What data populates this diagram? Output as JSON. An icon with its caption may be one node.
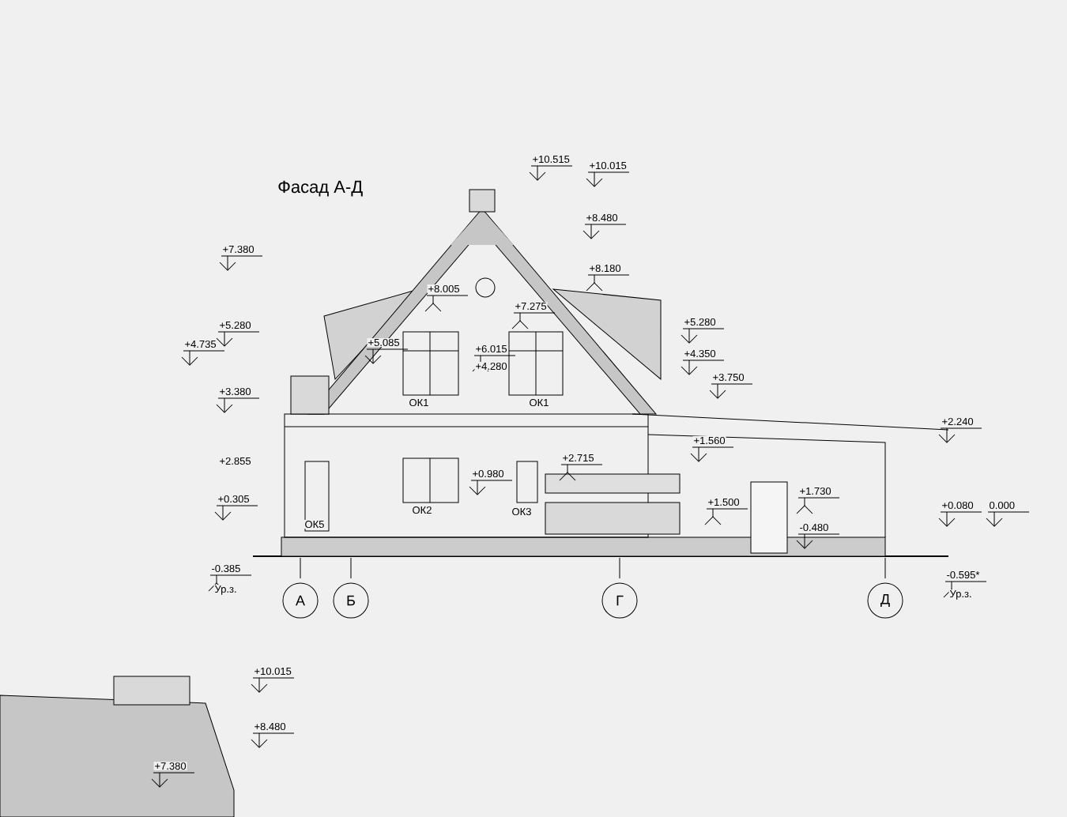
{
  "diagram": {
    "title": "Фасад А-Д",
    "nodes": [
      {
        "text": [
          "А"
        ]
      },
      {
        "text": [
          "Б"
        ]
      },
      {
        "text": [
          "Г"
        ]
      },
      {
        "text": [
          "Д"
        ]
      }
    ],
    "labels": [
      "+10.515",
      "+10.015",
      "+8.480",
      "+7.380",
      "+8.180",
      "+8.005",
      "+7.275",
      "+5.280",
      "+4.735",
      "+5.085",
      "+6.015",
      "+4.280",
      "+5.280",
      "+4.350",
      "+3.750",
      "ОК1",
      "ОК1",
      "+3.380",
      "+2.240",
      "+1.560",
      "+2.855",
      "+2.715",
      "+0.980",
      "+1.730",
      "+1.500",
      "+0.305",
      "+0.080",
      "0.000",
      "ОК2",
      "ОК3",
      "-0.480",
      "ОК5",
      "-0.385",
      "Ур.з.",
      "-0.595*",
      "Ур.з.",
      "+10.015",
      "+8.480",
      "+7.380"
    ]
  }
}
